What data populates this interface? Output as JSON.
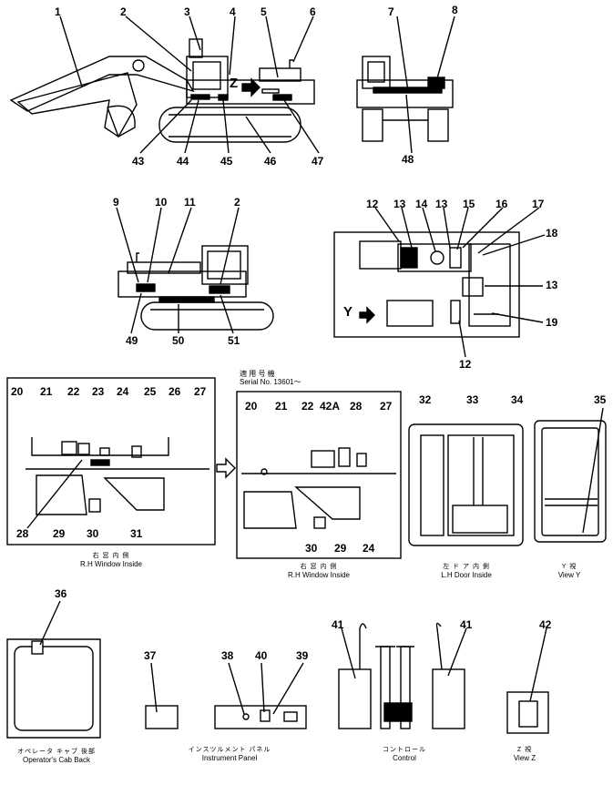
{
  "callouts": {
    "c1": "1",
    "c2": "2",
    "c3": "3",
    "c4": "4",
    "c5": "5",
    "c6": "6",
    "c7": "7",
    "c8": "8",
    "c9": "9",
    "c10": "10",
    "c11": "11",
    "c2b": "2",
    "c12a": "12",
    "c13a": "13",
    "c14": "14",
    "c13b": "13",
    "c15": "15",
    "c16": "16",
    "c17": "17",
    "c18": "18",
    "c13c": "13",
    "c19": "19",
    "c12b": "12",
    "c43": "43",
    "c44": "44",
    "c45": "45",
    "c46": "46",
    "c47": "47",
    "c48": "48",
    "c49": "49",
    "c50": "50",
    "c51": "51",
    "p1_20": "20",
    "p1_21": "21",
    "p1_22": "22",
    "p1_23": "23",
    "p1_24": "24",
    "p1_25": "25",
    "p1_26": "26",
    "p1_27": "27",
    "p1_28": "28",
    "p1_29": "29",
    "p1_30": "30",
    "p1_31": "31",
    "p2_20": "20",
    "p2_21": "21",
    "p2_22": "22",
    "p2_42a": "42A",
    "p2_28": "28",
    "p2_27": "27",
    "p2_30": "30",
    "p2_29": "29",
    "p2_24": "24",
    "c32": "32",
    "c33": "33",
    "c34": "34",
    "c35": "35",
    "c36": "36",
    "c37": "37",
    "c38": "38",
    "c40": "40",
    "c39": "39",
    "c41a": "41",
    "c41b": "41",
    "c42": "42"
  },
  "arrows": {
    "z_label": "Z",
    "y_label": "Y"
  },
  "serial": {
    "jp": "適 用 号 機",
    "text": "Serial No. 13601～"
  },
  "captions": {
    "rh_window_1": {
      "jp": "右 窓 内 側",
      "en": "R.H Window Inside"
    },
    "rh_window_2": {
      "jp": "右 窓 内 側",
      "en": "R.H Window Inside"
    },
    "lh_door": {
      "jp": "左 ド ア 内 側",
      "en": "L.H Door Inside"
    },
    "view_y": {
      "jp": "Y 視",
      "en": "View Y"
    },
    "cab_back": {
      "jp": "オペレータ キャブ 後部",
      "en": "Operator's Cab Back"
    },
    "instrument": {
      "jp": "インスツルメント パネル",
      "en": "Instrument Panel"
    },
    "control": {
      "jp": "コントロール",
      "en": "Control"
    },
    "view_z": {
      "jp": "Z 視",
      "en": "View Z"
    }
  }
}
